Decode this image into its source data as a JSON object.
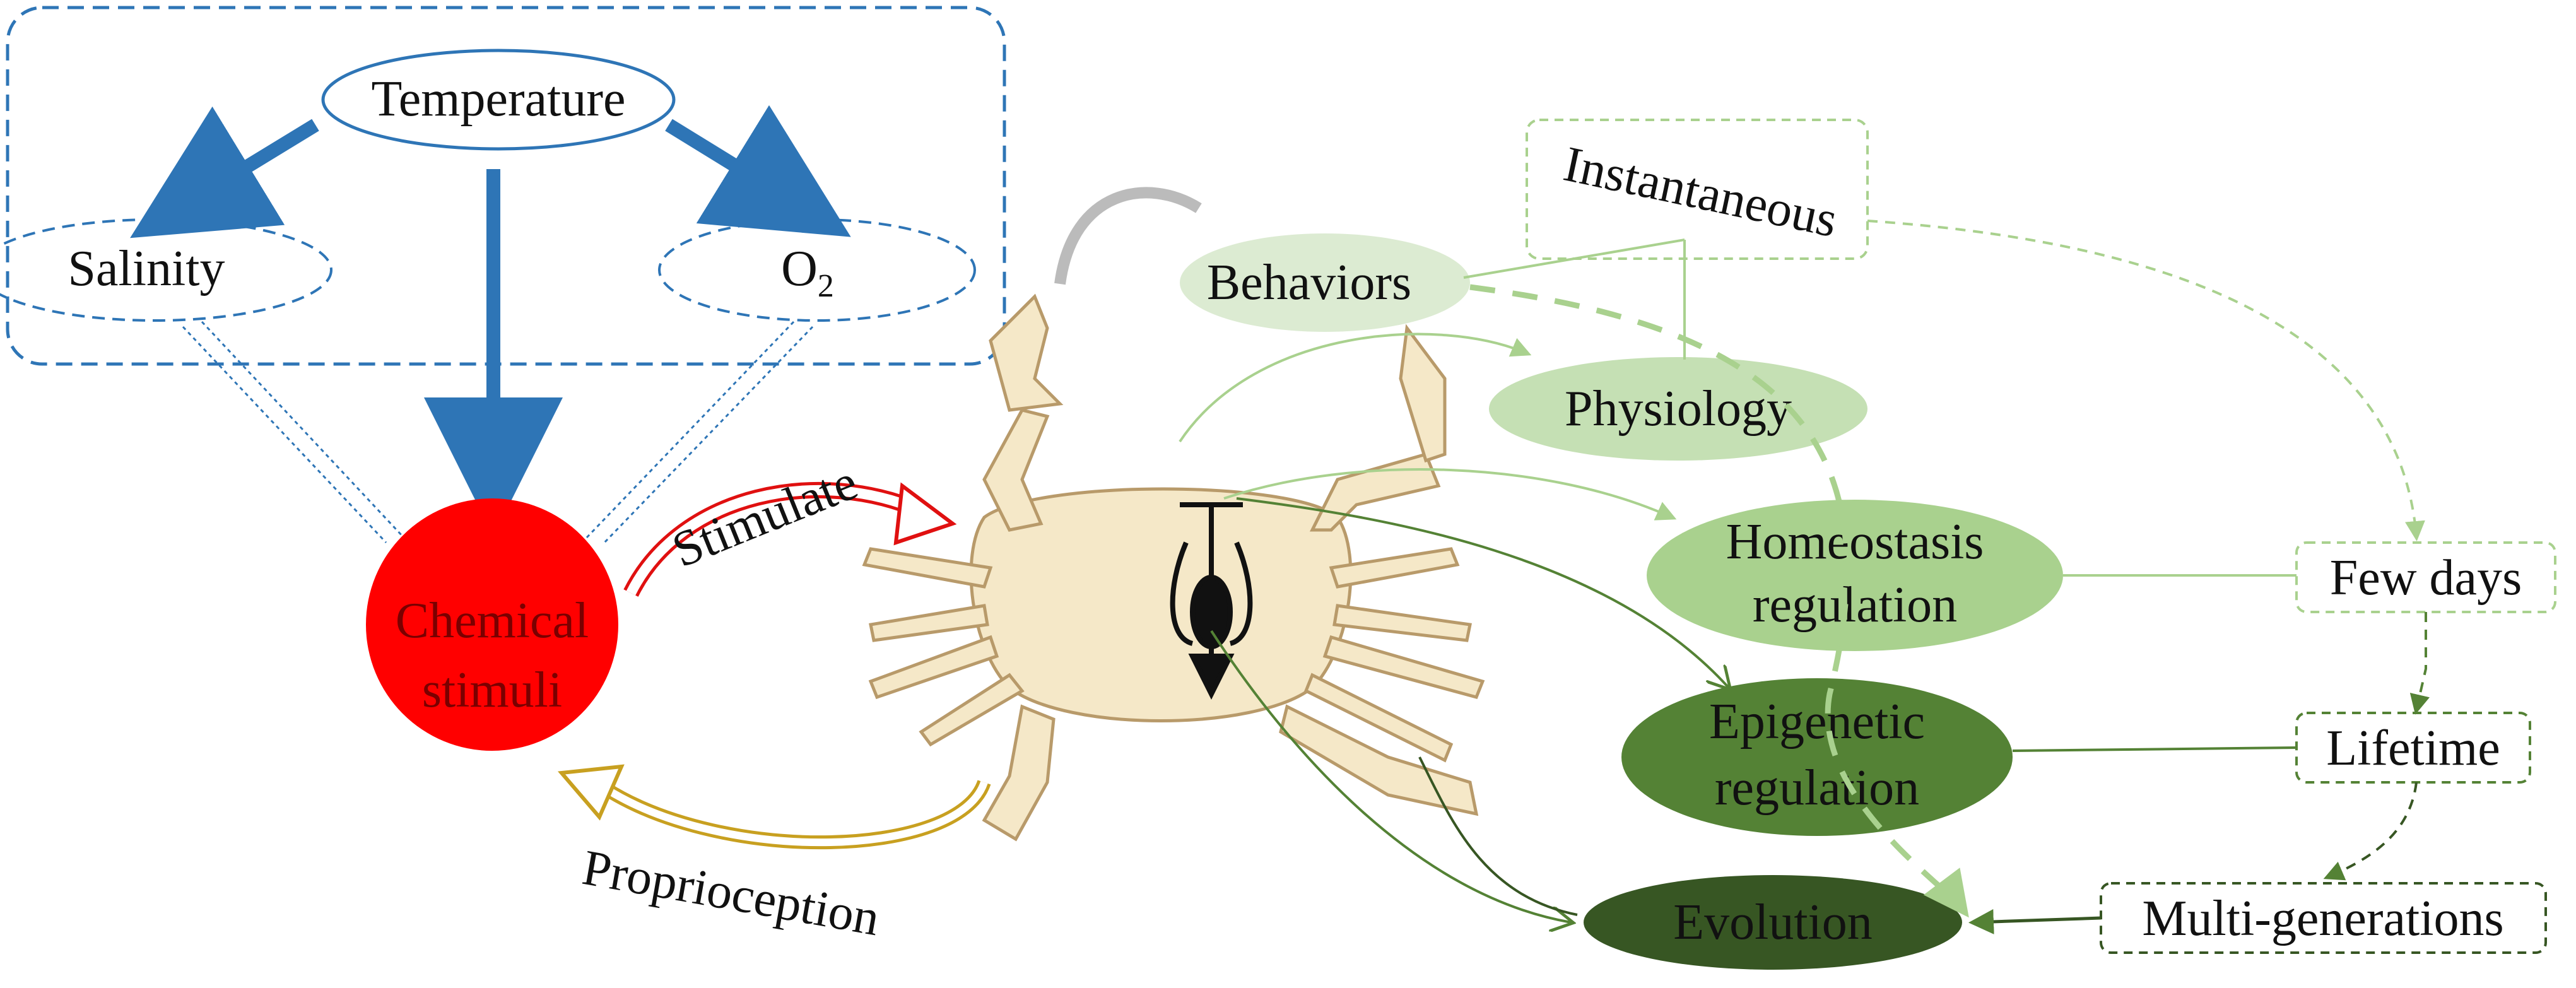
{
  "environment": {
    "temperature": "Temperature",
    "salinity": "Salinity",
    "oxygen": "O",
    "oxygen_subscript": "2"
  },
  "stimuli": {
    "chemical_line1": "Chemical",
    "chemical_line2": "stimuli",
    "stimulate": "Stimulate",
    "proprioception": "Proprioception"
  },
  "responses": {
    "behaviors": "Behaviors",
    "physiology": "Physiology",
    "homeostasis_line1": "Homeostasis",
    "homeostasis_line2": "regulation",
    "epigenetic_line1": "Epigenetic",
    "epigenetic_line2": "regulation",
    "evolution": "Evolution"
  },
  "timescales": {
    "instantaneous": "Instantaneous",
    "few_days": "Few days",
    "lifetime": "Lifetime",
    "multi_generations": "Multi-generations"
  },
  "colors": {
    "blue": "#2e75b6",
    "red": "#ff0000",
    "stimulate_arrow": "#e01010",
    "proprio_arrow": "#c8a020",
    "light_green": "#dcebd2",
    "mid_green": "#c5e0b4",
    "medium_green": "#a9d18e",
    "dark_green": "#548235",
    "darkest_green": "#375623",
    "timeline_green": "#a9d18e",
    "crab_fill": "#f5e8c8",
    "crab_stroke": "#b89a6a"
  }
}
